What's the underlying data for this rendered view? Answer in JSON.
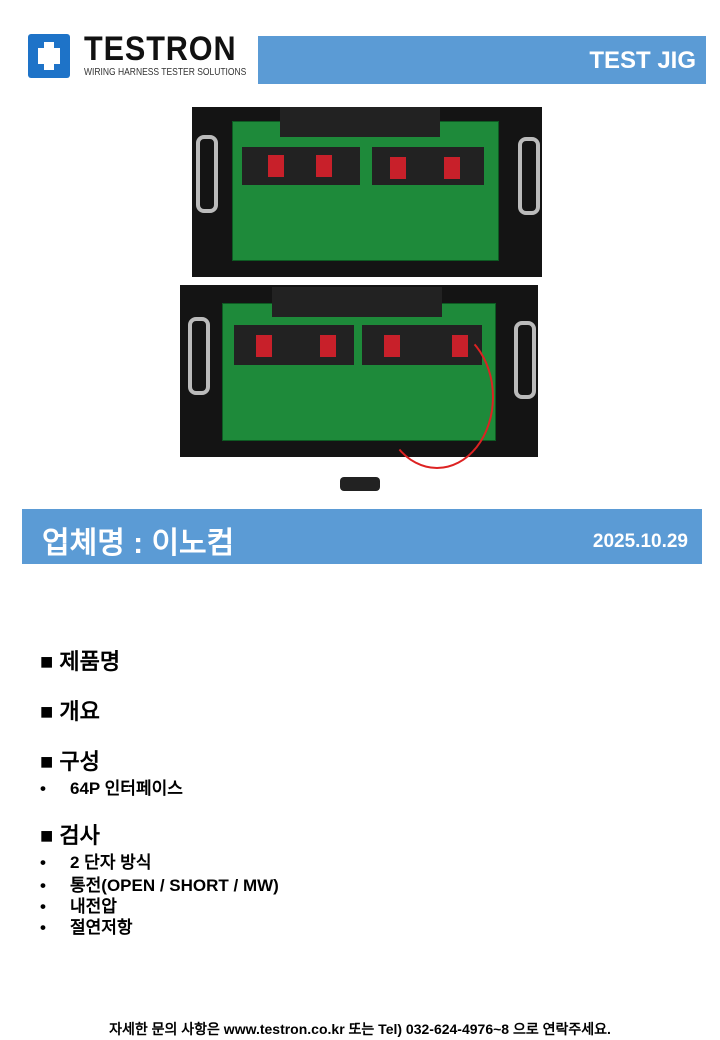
{
  "header": {
    "logo_text": "TESTRON",
    "logo_tagline": "WIRING HARNESS TESTER SOLUTIONS",
    "title": "TEST JIG"
  },
  "company_bar": {
    "company": "업체명 : 이노컴",
    "date": "2025.10.29"
  },
  "sections": [
    {
      "title": "■ 제품명",
      "items": []
    },
    {
      "title": "■ 개요",
      "items": []
    },
    {
      "title": "■ 구성",
      "items": [
        "64P 인터페이스"
      ]
    },
    {
      "title": "■ 검사",
      "items": [
        "2 단자 방식",
        "통전(OPEN / SHORT / MW)",
        "내전압",
        "절연저항"
      ]
    }
  ],
  "bullet": "•",
  "footer": "자세한 문의 사항은 www.testron.co.kr 또는 Tel) 032-624-4976~8 으로 연락주세요.",
  "colors": {
    "accent": "#5b9bd5"
  }
}
